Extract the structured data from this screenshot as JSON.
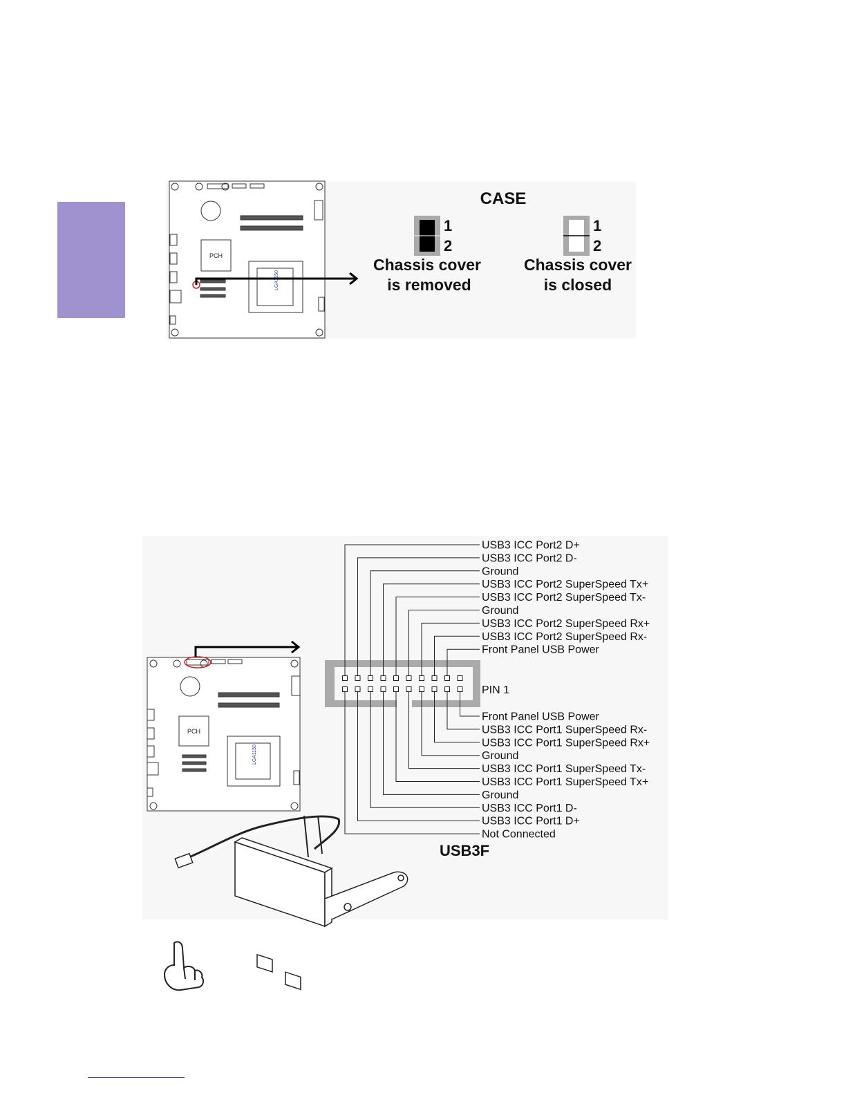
{
  "case": {
    "title": "CASE",
    "pin1": "1",
    "pin2": "2",
    "removed_line1": "Chassis cover",
    "removed_line2": "is removed",
    "closed_line1": "Chassis cover",
    "closed_line2": "is closed"
  },
  "board": {
    "pch": "PCH",
    "cpu_socket": "LGA1150"
  },
  "usb3f": {
    "title": "USB3F",
    "pin1_label": "PIN 1",
    "top_pins": [
      "USB3 ICC Port2 D+",
      "USB3 ICC Port2 D-",
      "Ground",
      "USB3 ICC Port2 SuperSpeed Tx+",
      "USB3 ICC Port2 SuperSpeed Tx-",
      "Ground",
      "USB3 ICC Port2 SuperSpeed Rx+",
      "USB3 ICC Port2 SuperSpeed Rx-",
      "Front Panel USB Power"
    ],
    "bottom_pins": [
      "Front Panel USB Power",
      "USB3 ICC Port1 SuperSpeed Rx-",
      "USB3 ICC Port1 SuperSpeed Rx+",
      "Ground",
      "USB3 ICC Port1 SuperSpeed Tx-",
      "USB3 ICC Port1 SuperSpeed Tx+",
      "Ground",
      "USB3 ICC Port1 D-",
      "USB3 ICC Port1 D+",
      "Not Connected"
    ]
  },
  "colors": {
    "side_tab": "#9f92cf",
    "jumper_grey": "#aaaaaa",
    "marker_red": "#d22020"
  }
}
